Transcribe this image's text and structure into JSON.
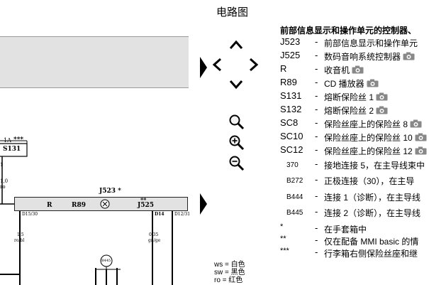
{
  "title": "电路图",
  "diagram": {
    "s131_label": "S131",
    "s131_current": "1A",
    "s131_stars": "***",
    "pin_1": "1",
    "wire_left_value": "1,0",
    "wire_left_color": "ro",
    "bar_codes": [
      "R",
      "R89"
    ],
    "j523_label": "J523 *",
    "j525_label": "J525",
    "j525_stars": "**",
    "connector_left": "D15/30",
    "connector_mid": "D14",
    "connector_right": "D12/31",
    "wire_a_value": "1,5",
    "wire_a_color": "ro/bl",
    "wire_b_value": "0,35",
    "wire_b_color": "gn/ge",
    "b445_label": "B445"
  },
  "controls": [
    {
      "name": "pan-up",
      "icon": "chevron-up-icon"
    },
    {
      "name": "pan-left",
      "icon": "chevron-left-icon"
    },
    {
      "name": "pan-right",
      "icon": "chevron-right-icon"
    },
    {
      "name": "pan-down",
      "icon": "chevron-down-icon"
    },
    {
      "name": "zoom-fit",
      "icon": "magnifier-icon"
    },
    {
      "name": "zoom-in",
      "icon": "magnifier-plus-icon"
    },
    {
      "name": "zoom-out",
      "icon": "magnifier-minus-icon"
    }
  ],
  "legend": {
    "title": "前部信息显示和操作单元的控制器、",
    "items": [
      {
        "code": "J523",
        "desc": "前部信息显示和操作单元"
      },
      {
        "code": "J525",
        "desc": "数码音响系统控制器"
      },
      {
        "code": "R",
        "desc": "收音机"
      },
      {
        "code": "R89",
        "desc": "CD 播放器"
      },
      {
        "code": "S131",
        "desc": "熔断保险丝 1"
      },
      {
        "code": "S132",
        "desc": "熔断保险丝 2"
      },
      {
        "code": "SC8",
        "desc": "保险丝座上的保险丝 8"
      },
      {
        "code": "SC10",
        "desc": "保险丝座上的保险丝 10"
      },
      {
        "code": "SC12",
        "desc": "保险丝座上的保险丝 12"
      },
      {
        "code": "370",
        "desc": "接地连接 5，在主导线束中"
      },
      {
        "code": "B272",
        "desc": "正极连接（30），在主导"
      },
      {
        "code": "B444",
        "desc": "连接 1（诊断），在主导线"
      },
      {
        "code": "B445",
        "desc": "连接 2（诊断），在主导线"
      },
      {
        "code": "*",
        "desc": "在手套箱中"
      },
      {
        "code": "**",
        "desc": "仅在配备 MMI basic 的情"
      },
      {
        "code": "***",
        "desc": "行李箱右侧保险丝座和继"
      }
    ]
  },
  "color_key": [
    "ws = 白色",
    "sw = 黑色",
    "ro = 红色"
  ]
}
